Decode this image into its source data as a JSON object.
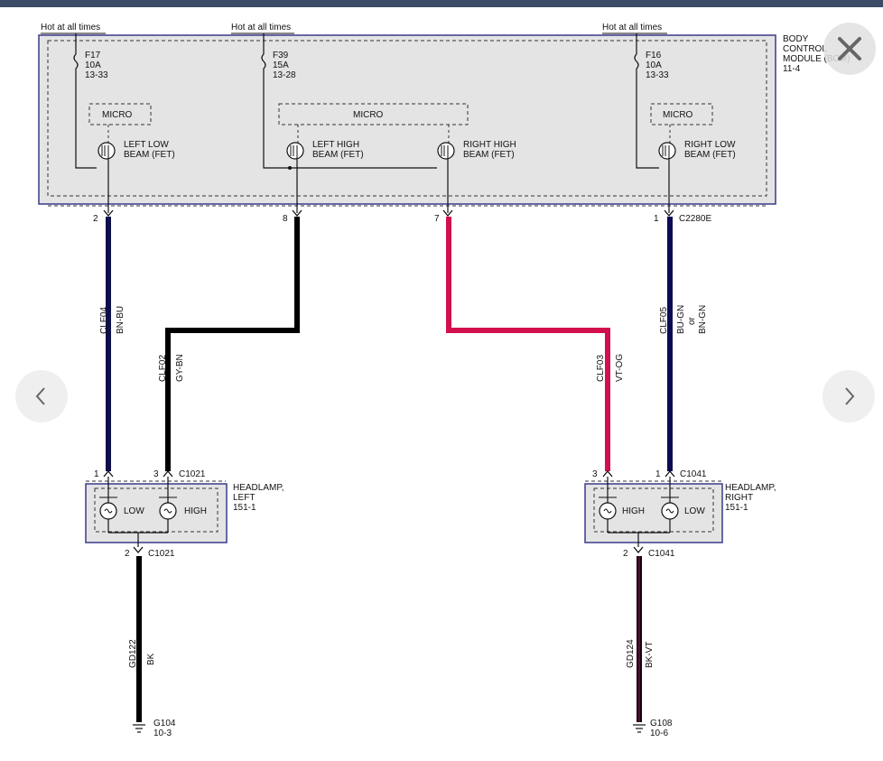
{
  "diagram": {
    "bcm": {
      "name_line1": "BODY",
      "name_line2": "CONTROL",
      "name_line3": "MODULE (BCM)",
      "ref": "11-4"
    },
    "hot_labels": [
      "Hot at all times",
      "Hot at all times",
      "Hot at all times"
    ],
    "fuses": [
      {
        "id": "F17",
        "amps": "10A",
        "ref": "13-33"
      },
      {
        "id": "F39",
        "amps": "15A",
        "ref": "13-28"
      },
      {
        "id": "F16",
        "amps": "10A",
        "ref": "13-33"
      }
    ],
    "micro_labels": [
      "MICRO",
      "MICRO",
      "MICRO"
    ],
    "fets": [
      {
        "line1": "LEFT LOW",
        "line2": "BEAM (FET)"
      },
      {
        "line1": "LEFT HIGH",
        "line2": "BEAM (FET)"
      },
      {
        "line1": "RIGHT HIGH",
        "line2": "BEAM (FET)"
      },
      {
        "line1": "RIGHT LOW",
        "line2": "BEAM (FET)"
      }
    ],
    "bcm_pins": [
      "2",
      "8",
      "7",
      "1"
    ],
    "bcm_connector": "C2280E",
    "wires": [
      {
        "circuit": "CLF04",
        "color_code": "BN-BU",
        "color": "#0e0e4a"
      },
      {
        "circuit": "CLF02",
        "color_code": "GY-BN",
        "color": "#000000"
      },
      {
        "circuit": "CLF03",
        "color_code": "VT-OG",
        "color": "#d2104e"
      },
      {
        "circuit": "CLF05",
        "color_code": "BU-GN",
        "alt_or": "or",
        "alt_code": "BN-GN",
        "color": "#0a0a55"
      },
      {
        "circuit": "GD122",
        "color_code": "BK",
        "color": "#000000"
      },
      {
        "circuit": "GD124",
        "color_code": "BK-VT",
        "color": "#1a0010"
      }
    ],
    "left_lamp": {
      "pin_low": "1",
      "pin_high": "3",
      "connector_in": "C1021",
      "low_label": "LOW",
      "high_label": "HIGH",
      "name_line1": "HEADLAMP,",
      "name_line2": "LEFT",
      "ref": "151-1",
      "pin_ground": "2",
      "connector_out": "C1021"
    },
    "right_lamp": {
      "pin_high": "3",
      "pin_low": "1",
      "connector_in": "C1041",
      "low_label": "LOW",
      "high_label": "HIGH",
      "name_line1": "HEADLAMP,",
      "name_line2": "RIGHT",
      "ref": "151-1",
      "pin_ground": "2",
      "connector_out": "C1041"
    },
    "grounds": [
      {
        "id": "G104",
        "ref": "10-3"
      },
      {
        "id": "G108",
        "ref": "10-6"
      }
    ]
  },
  "viewer": {
    "close_icon": "close-icon",
    "prev_icon": "chevron-left-icon",
    "next_icon": "chevron-right-icon"
  }
}
